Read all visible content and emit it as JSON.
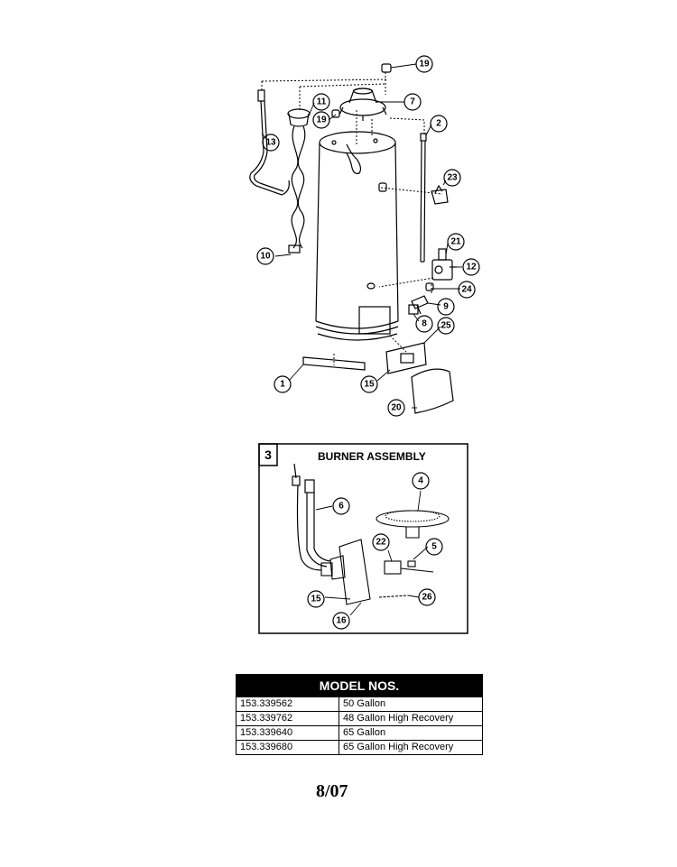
{
  "callouts": {
    "c19a": "19",
    "c7": "7",
    "c11": "11",
    "c19b": "19",
    "c2": "2",
    "c13": "13",
    "c23": "23",
    "c21": "21",
    "c12": "12",
    "c24": "24",
    "c10": "10",
    "c9": "9",
    "c8": "8",
    "c25": "25",
    "c1": "1",
    "c15": "15",
    "c20": "20"
  },
  "burner": {
    "number": "3",
    "title": "BURNER ASSEMBLY",
    "callouts": {
      "c4": "4",
      "c6": "6",
      "c22": "22",
      "c5": "5",
      "c15": "15",
      "c26": "26",
      "c16": "16"
    }
  },
  "model_table": {
    "header": "MODEL NOS.",
    "rows": [
      {
        "model": "153.339562",
        "desc": "50 Gallon"
      },
      {
        "model": "153.339762",
        "desc": "48 Gallon High Recovery"
      },
      {
        "model": "153.339640",
        "desc": "65 Gallon"
      },
      {
        "model": "153.339680",
        "desc": "65 Gallon High Recovery"
      }
    ]
  },
  "footer": {
    "date": "8/07"
  }
}
